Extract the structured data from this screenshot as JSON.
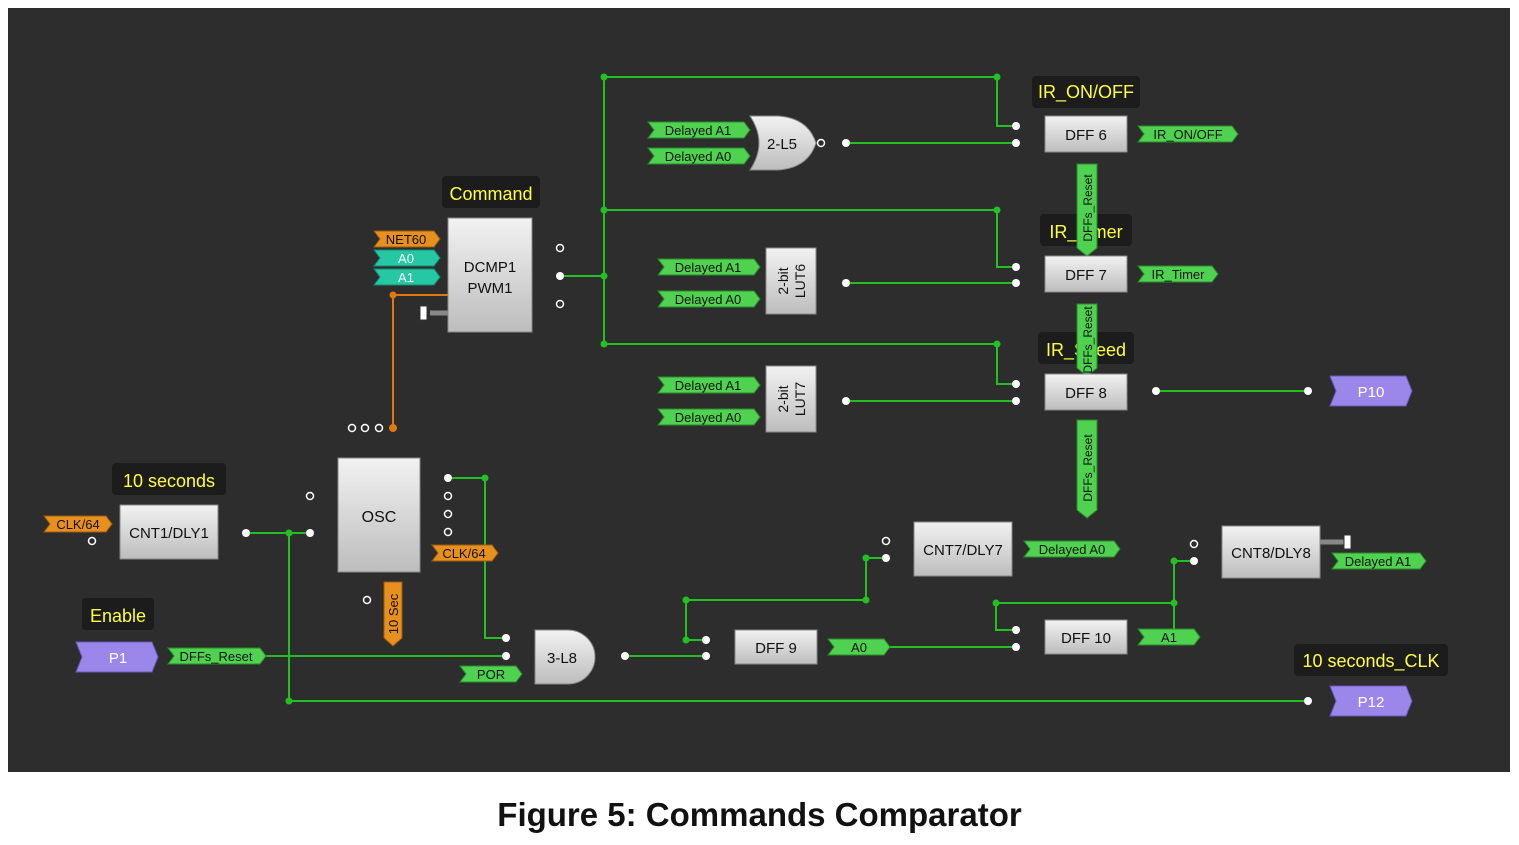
{
  "caption": "Figure 5: Commands Comparator",
  "colors": {
    "background": "#2d2d2d",
    "wire": "#22c022",
    "wire_orange": "#e07810",
    "block_gray": "#d8d8d8",
    "tag_green": "#4fd24f",
    "tag_orange": "#e8901e",
    "tag_teal": "#26c7a3",
    "tag_purple": "#9b86ea",
    "label_yellow": "#ffff40"
  },
  "labels": {
    "ir_on_off": "IR_ON/OFF",
    "ir_timer": "IR_Timer",
    "ir_speed": "IR_Speed",
    "command": "Command",
    "ten_seconds": "10 seconds",
    "enable": "Enable",
    "ten_seconds_clk": "10 seconds_CLK"
  },
  "blocks": {
    "dcmp1": [
      "DCMP1",
      "PWM1"
    ],
    "osc": "OSC",
    "cnt1": "CNT1/DLY1",
    "cnt7": "CNT7/DLY7",
    "cnt8": "CNT8/DLY8",
    "l5": "2-L5",
    "l8": "3-L8",
    "lut6": [
      "2-bit",
      "LUT6"
    ],
    "lut7": [
      "2-bit",
      "LUT7"
    ],
    "dff6": "DFF 6",
    "dff7": "DFF 7",
    "dff8": "DFF 8",
    "dff9": "DFF 9",
    "dff10": "DFF 10"
  },
  "tags": {
    "net60": "NET60",
    "a0": "A0",
    "a1": "A1",
    "clk64_left": "CLK/64",
    "clk64_osc": "CLK/64",
    "ten_sec": "10 Sec",
    "l5_a1": "Delayed A1",
    "l5_a0": "Delayed A0",
    "lut6_a1": "Delayed A1",
    "lut6_a0": "Delayed A0",
    "lut7_a1": "Delayed A1",
    "lut7_a0": "Delayed A0",
    "dff6_out": "IR_ON/OFF",
    "dff7_out": "IR_Timer",
    "reset1": "DFFs_Reset",
    "reset2": "DFFs_Reset",
    "reset3": "DFFs_Reset",
    "p1_out": "DFFs_Reset",
    "por": "POR",
    "a0_out": "A0",
    "a1_out": "A1",
    "cnt7_out": "Delayed A0",
    "cnt8_out": "Delayed A1"
  },
  "pins": {
    "p1": "P1",
    "p10": "P10",
    "p12": "P12"
  }
}
